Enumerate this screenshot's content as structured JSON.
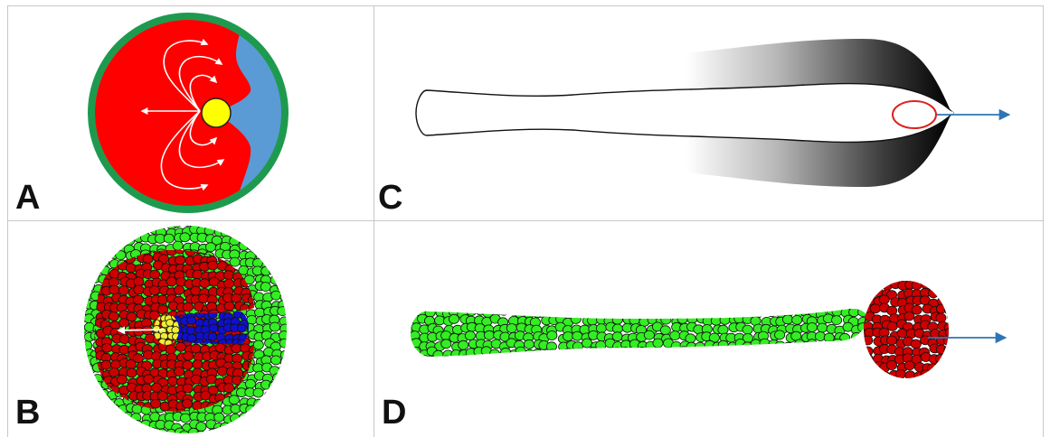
{
  "panels": [
    {
      "id": "A",
      "label": "A"
    },
    {
      "id": "B",
      "label": "B"
    },
    {
      "id": "C",
      "label": "C"
    },
    {
      "id": "D",
      "label": "D"
    }
  ],
  "colors": {
    "outer_ring": "#1e9a4e",
    "red_tissue": "#ff0000",
    "blue_region": "#5a9bd5",
    "yellow_core": "#ffff00",
    "cell_green": "#33ee22",
    "cell_red": "#cc0000",
    "cell_yellow": "#eeee33",
    "cell_blue": "#1010cc",
    "arrow_blue": "#2e75b6",
    "gradient_dark": "#111111",
    "grid": "#c8c8c8"
  }
}
